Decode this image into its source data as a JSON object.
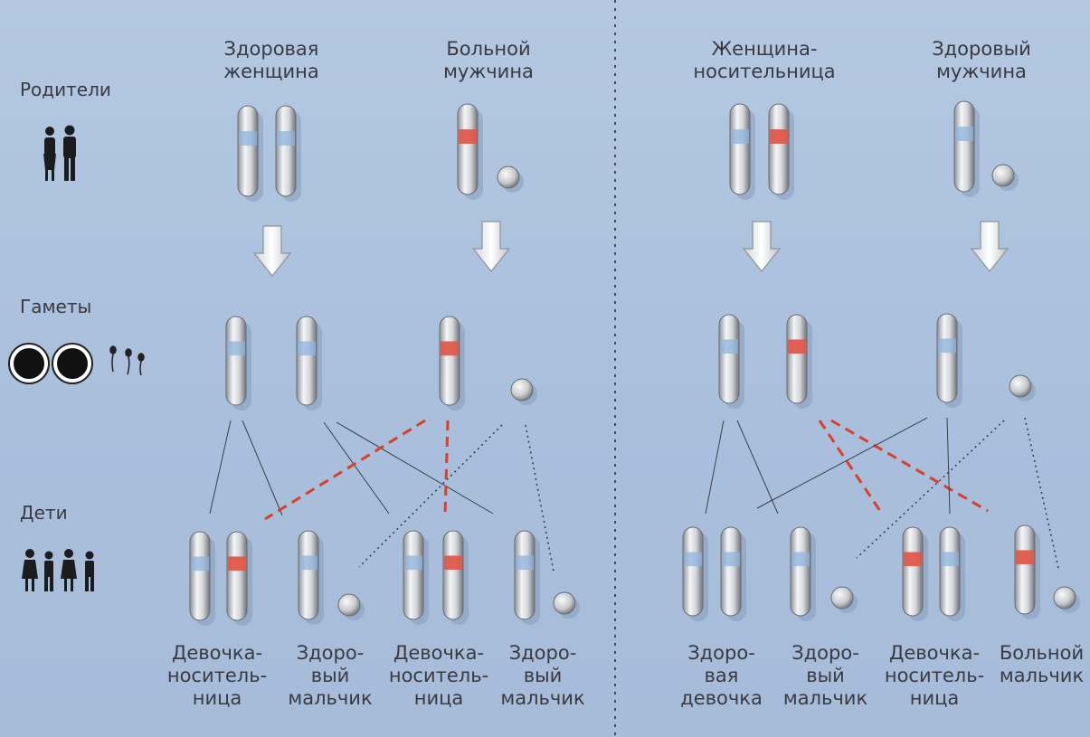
{
  "rows": {
    "parents": "Родители",
    "gametes": "Гаметы",
    "children": "Дети"
  },
  "left": {
    "mother": "Здоровая\nженщина",
    "father": "Больной\nмужчина",
    "children": [
      "Девочка-\nноситель-\nница",
      "Здоро-\nвый\nмальчик",
      "Девочка-\nноситель-\nница",
      "Здоро-\nвый\nмальчик"
    ]
  },
  "right": {
    "mother": "Женщина-\nносительница",
    "father": "Здоровый\nмужчина",
    "children": [
      "Здоро-\nвая\nдевочка",
      "Здоро-\nвый\nмальчик",
      "Девочка-\nноситель-\nница",
      "Больной\nмальчик"
    ]
  },
  "colors": {
    "background": "#aec4de",
    "healthy_band": "#8fb3dc",
    "mutant_band": "#e0584a",
    "dashed_line": "#d8402c",
    "divider": "#4a4a55"
  },
  "icons": [
    "parents-couple-icon",
    "egg-cell-icon",
    "sperm-cell-icon",
    "children-group-icon",
    "down-arrow-icon"
  ]
}
